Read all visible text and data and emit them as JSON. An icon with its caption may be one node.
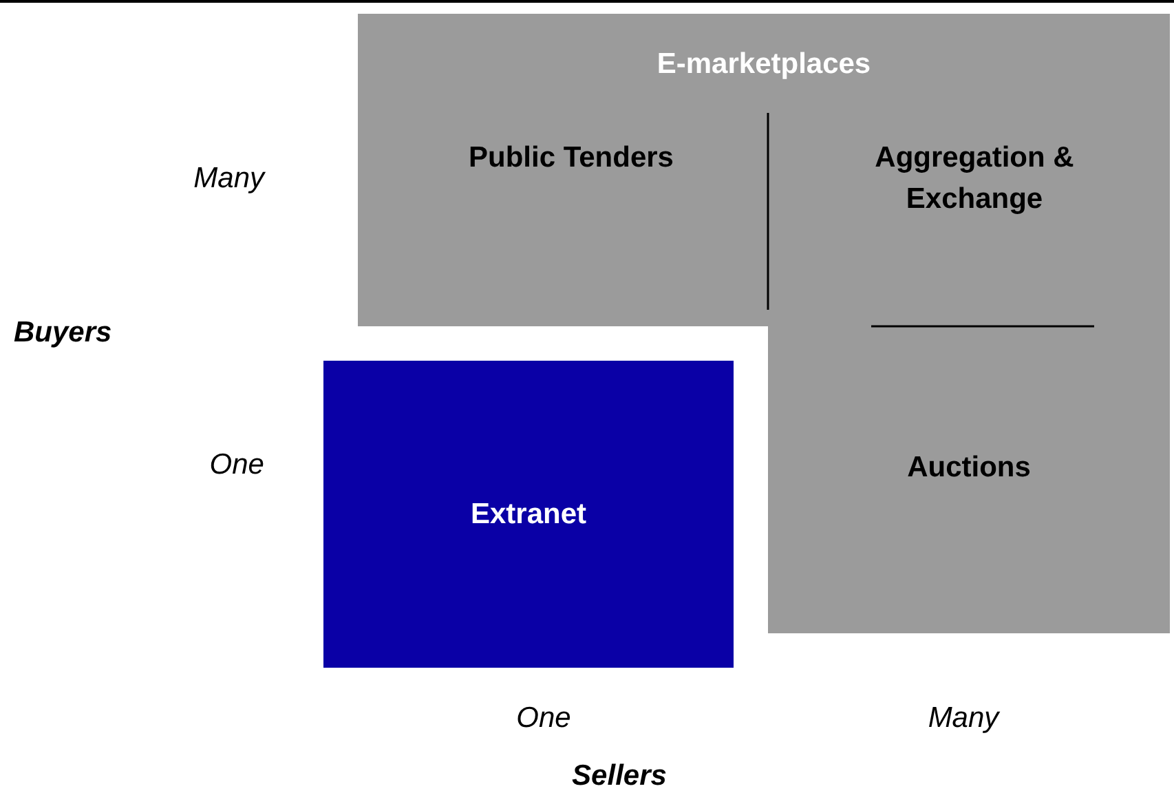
{
  "diagram": {
    "nodes": [
      {
        "text": [
          "E-marketplaces"
        ]
      },
      {
        "text": [
          "Public Tenders"
        ],
        "in": 0
      },
      {
        "text": [
          "Aggregation & Exchange"
        ],
        "in": 0
      },
      {
        "text": [
          "Auctions"
        ],
        "in": 0
      },
      {
        "text": [
          "Extranet"
        ]
      }
    ],
    "labels": [
      "Many",
      "Buyers",
      "One",
      "One",
      "Many",
      "Sellers"
    ]
  }
}
